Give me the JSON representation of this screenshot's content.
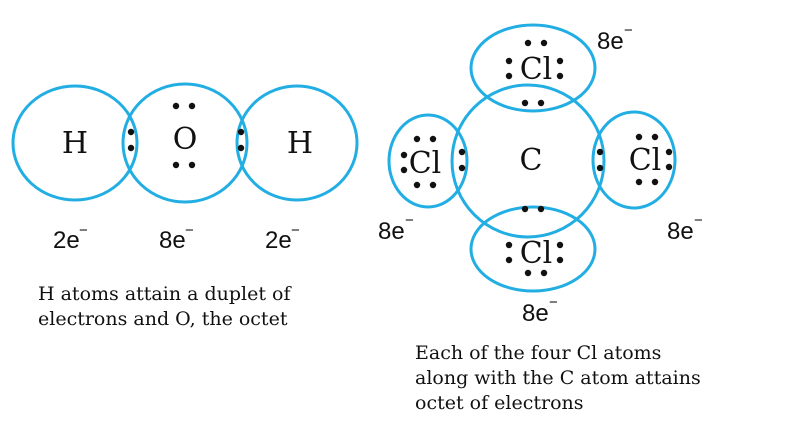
{
  "colors": {
    "ring": "#22aee3",
    "text": "#111111"
  },
  "water": {
    "atoms": {
      "h_left": "H",
      "o": "O",
      "h_right": "H"
    },
    "counts": {
      "h_left": {
        "value": "2e",
        "sign": "−"
      },
      "o": {
        "value": "8e",
        "sign": "−"
      },
      "h_right": {
        "value": "2e",
        "sign": "−"
      }
    },
    "caption": [
      "H atoms attain a duplet of",
      "electrons and O, the octet"
    ]
  },
  "ccl4": {
    "atoms": {
      "c": "C",
      "cl_top": "Cl",
      "cl_left": "Cl",
      "cl_right": "Cl",
      "cl_bottom": "Cl"
    },
    "counts": {
      "cl_top": {
        "value": "8e",
        "sign": "−"
      },
      "cl_left": {
        "value": "8e",
        "sign": "−"
      },
      "cl_right": {
        "value": "8e",
        "sign": "−"
      },
      "cl_bottom": {
        "value": "8e",
        "sign": "−"
      }
    },
    "caption": [
      "Each of the four Cl atoms",
      "along with the C atom attains",
      "octet of electrons"
    ]
  }
}
